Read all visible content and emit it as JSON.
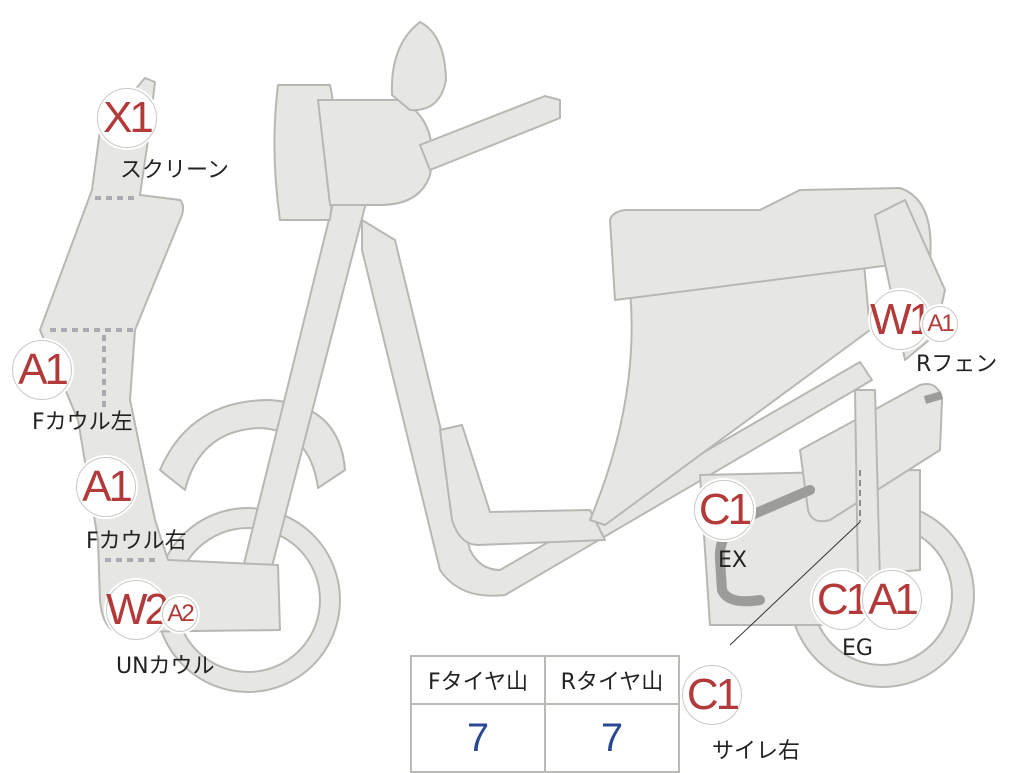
{
  "colors": {
    "body_fill": "#e6e6e3",
    "body_stroke": "#b7b7b3",
    "code_text": "#b23a3a",
    "value_text": "#2c4a93",
    "dotted": "#a9aab2",
    "exhaust": "#9c9c99"
  },
  "parts": [
    {
      "code": "X1",
      "label": "スクリーン"
    },
    {
      "code": "A1",
      "label": "Fカウル左"
    },
    {
      "code": "A1",
      "label": "Fカウル右"
    },
    {
      "code": "W2",
      "code2": "A2",
      "label": "UNカウル"
    },
    {
      "code": "W1",
      "code2": "A1",
      "label": "Rフェン"
    },
    {
      "code": "C1",
      "label": "EX"
    },
    {
      "code": "C1",
      "code2": "A1",
      "label": "EG"
    },
    {
      "code": "C1",
      "label": "サイレ右"
    }
  ],
  "tyre_table": {
    "front_header": "Fタイヤ山",
    "rear_header": "Rタイヤ山",
    "front_value": "7",
    "rear_value": "7"
  }
}
